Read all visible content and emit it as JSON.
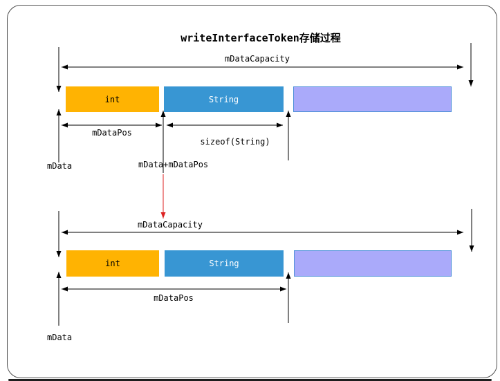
{
  "title": "writeInterfaceToken存储过程",
  "colors": {
    "int_block": "#FFB302",
    "string_block": "#3896D3",
    "free_block_fill": "#AAAAFA",
    "free_block_border": "#4E90D8",
    "arrow": "#000000",
    "transition_arrow": "#DD2222",
    "frame_border": "#4D4D4D"
  },
  "before": {
    "capacity_label": "mDataCapacity",
    "blocks": [
      {
        "label": "int",
        "color": "#FFB302"
      },
      {
        "label": "String",
        "color": "#3896D3"
      },
      {
        "label": "",
        "color": "#AAAAFA"
      }
    ],
    "pos_label": "mDataPos",
    "sizeof_label": "sizeof(String)",
    "mdata_label": "mData",
    "mdata_plus_pos_label": "mData+mDataPos"
  },
  "after": {
    "capacity_label": "mDataCapacity",
    "blocks": [
      {
        "label": "int",
        "color": "#FFB302"
      },
      {
        "label": "String",
        "color": "#3896D3"
      },
      {
        "label": "",
        "color": "#AAAAFA"
      }
    ],
    "pos_label": "mDataPos",
    "mdata_label": "mData"
  }
}
